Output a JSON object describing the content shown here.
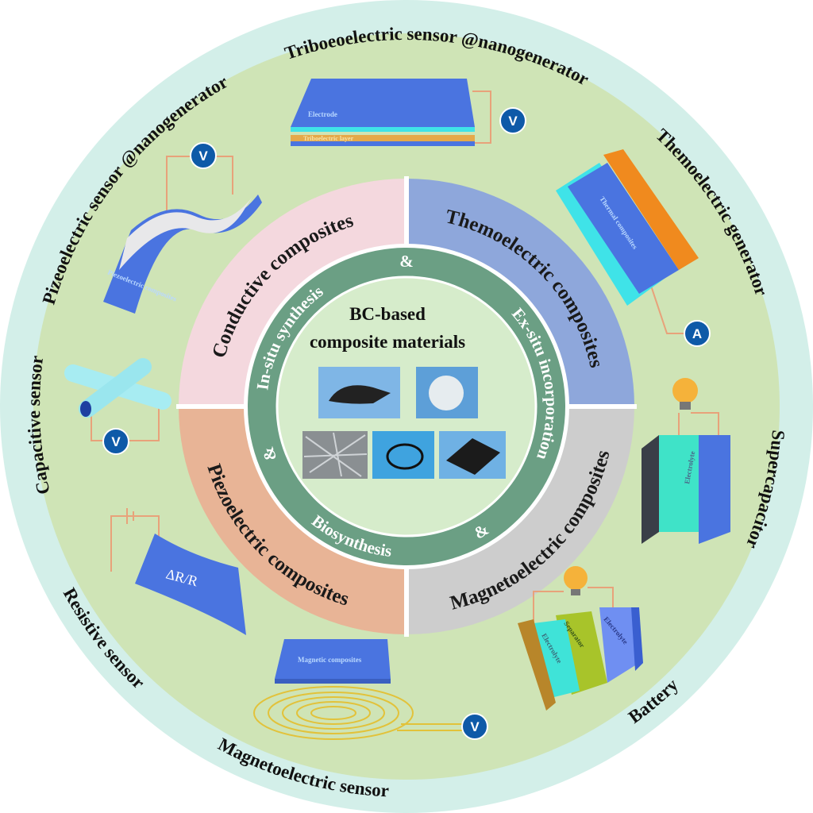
{
  "outer_labels": {
    "triboelectric": "Triboeoelectric sensor @nanogenerator",
    "thermoelectric": "Themoelectric generator",
    "supercapacitor": "Supercapacitor",
    "battery": "Battery",
    "magnetoelectric": "Magnetoelectric sensor",
    "resistive": "Resistive sensor",
    "capacitive": "Capacitive sensor",
    "piezoelectric": "Pizeoelectric sensor @nanogenerator"
  },
  "quadrants": {
    "conductive": "Conductive composites",
    "thermoelectric": "Themoelectric composites",
    "piezoelectric": "Piezoelectric composites",
    "magnetoelectric": "Magnetoelectric composites"
  },
  "inner_ring": {
    "in_situ": "In-situ synthesis",
    "ex_situ": "Ex-situ incorporation",
    "biosynthesis": "Biosynthesis",
    "amp1": "&",
    "amp2": "&",
    "amp3": "&"
  },
  "center": {
    "line1": "BC-based",
    "line2": "composite materials"
  },
  "illustrations": {
    "electrode": "Electrode",
    "tribo_layer": "Triboelectric layer",
    "piezo_composites": "Piezoelectric composites",
    "thermal_composites": "Thermal composites",
    "electrolyte": "Electrolyte",
    "separator": "Separator",
    "magnetic_composites": "Magnetic composites",
    "delta_r": "ΔR/R",
    "voltmeter": "V",
    "ammeter": "A"
  },
  "colors": {
    "outer_ring": "#d3efe9",
    "green_ring": "#cfe4b6",
    "conductive": "#f4d8de",
    "thermoelectric": "#8ea7db",
    "piezoelectric": "#e8b496",
    "magnetoelectric": "#cdcdcd",
    "inner_ring": "#6b9f84",
    "center": "#d6eccb",
    "device_blue": "#4a74e0"
  }
}
